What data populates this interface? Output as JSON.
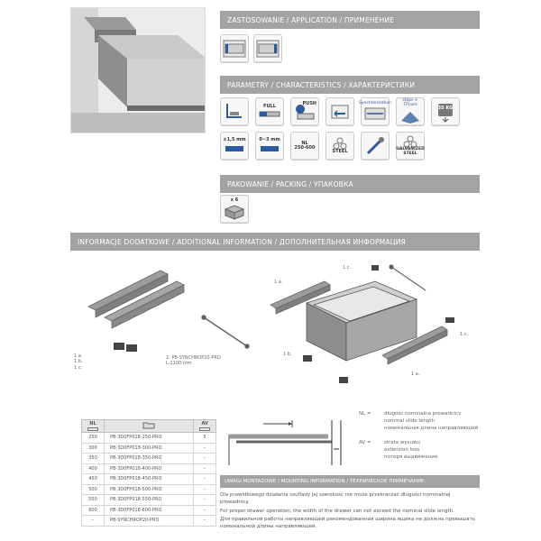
{
  "sections": {
    "application": "ZASTOSOWANIE / APPLICATION / ПРИМЕНЕНИЕ",
    "parameters": "PARAMETRY / CHARACTERISTICS / ХАРАКТЕРИСТИКИ",
    "packing": "PAKOWANIE / PACKING / УПАКОВКА",
    "additional": "INFORMACJE DODATKOWE / ADDITIONAL INFORMATION / ДОПОЛНИТЕЛЬНАЯ ИНФОРМАЦИЯ",
    "mounting": "UWAGI MONTAŻOWE / MOUNTING INFORMATION / ТЕХНИЧЕСКОЕ ПРИМЕЧАНИЕ:"
  },
  "params": {
    "full": "FULL",
    "push": "PUSH",
    "synchro": "Synchronization",
    "step": "steps + TPcore",
    "weight": "35 KG",
    "tolerance1": "±1,5 mm",
    "tolerance2": "0~3 mm",
    "nl_label": "NL",
    "nl_range": "250-600",
    "steel": "STEEL",
    "galvanized": "GALVANIZED STEEL"
  },
  "packing": {
    "count": "x 6"
  },
  "diagram": {
    "labels": {
      "l1a": "1 a.",
      "l1b": "1 b.",
      "l1c": "1 c.",
      "sync": "2. PB-SYNCHROP20-PRO",
      "sync_len": "L-1100 mm",
      "c_top": "1 c.",
      "a_left": "1 a.",
      "b_mid": "1 b.",
      "a_right": "1 a.",
      "c_right": "1 c."
    }
  },
  "table": {
    "headers": {
      "nl": "NL",
      "folder": "folder-icon",
      "av": "AV"
    },
    "rows": [
      {
        "nl": "250",
        "code": "PB-3D0FP018-250-PRO",
        "av": "5"
      },
      {
        "nl": "300",
        "code": "PB-3D0FP018-300-PRO",
        "av": "–"
      },
      {
        "nl": "350",
        "code": "PB-3D0FP018-350-PRO",
        "av": "–"
      },
      {
        "nl": "400",
        "code": "PB-3D0FP018-400-PRO",
        "av": "–"
      },
      {
        "nl": "450",
        "code": "PB-3D0FP018-450-PRO",
        "av": "–"
      },
      {
        "nl": "500",
        "code": "PB-3D0FP018-500-PRO",
        "av": "–"
      },
      {
        "nl": "550",
        "code": "PB-3D0FP018-550-PRO",
        "av": "–"
      },
      {
        "nl": "600",
        "code": "PB-3D0FP018-600-PRO",
        "av": "–"
      },
      {
        "nl": "–",
        "code": "PB-SYNCHROP20-PRO",
        "av": "–"
      }
    ]
  },
  "notes": {
    "nl_key": "NL =",
    "nl_pl": "długość nominalna prowadnicy",
    "nl_en": "nominal slide length",
    "nl_ru": "номинальная длина направляющей",
    "av_key": "AV =",
    "av_pl": "strata wysuwu",
    "av_en": "extension loss",
    "av_ru": "потеря выдвижения"
  },
  "mounting": {
    "pl": "Dla prawidłowego działania szuflady jej szerokość nie może przekraczać długości nominalnej prowadnicy.",
    "en": "For proper drawer operation, the width of the drawer can not exceed the nominal slide length.",
    "ru": "Для правильной работы направляющей рекомендованная ширина ящика не должна превышать номинальной длины направляющей."
  },
  "colors": {
    "bar": "#a3a3a3",
    "accent_blue": "#2a5aa0"
  }
}
